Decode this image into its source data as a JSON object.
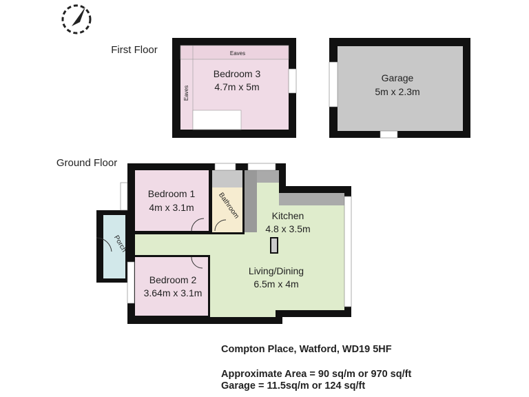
{
  "floors": {
    "first": "First Floor",
    "ground": "Ground Floor"
  },
  "rooms": {
    "bedroom3": {
      "name": "Bedroom 3",
      "size": "4.7m x 5m"
    },
    "eaves_top": "Eaves",
    "eaves_side": "Eaves",
    "garage": {
      "name": "Garage",
      "size": "5m x 2.3m"
    },
    "bedroom1": {
      "name": "Bedroom 1",
      "size": "4m x 3.1m"
    },
    "bathroom": "Bathroom",
    "kitchen": {
      "name": "Kitchen",
      "size": "4.8 x 3.5m"
    },
    "living": {
      "name": "Living/Dining",
      "size": "6.5m x 4m"
    },
    "bedroom2": {
      "name": "Bedroom 2",
      "size": "3.64m x 3.1m"
    },
    "porch": "Porch"
  },
  "info": {
    "address": "Compton Place, Watford, WD19 5HF",
    "area": "Approximate Area = 90 sq/m or 970 sq/ft",
    "garage": "Garage = 11.5sq/m or 124 sq/ft"
  },
  "colors": {
    "bedroom": "#f0dbe6",
    "living": "#dfeccc",
    "bath": "#f6ecd0",
    "porch": "#d2e8ea",
    "garage": "#c8c8c8",
    "wall": "#111111"
  }
}
